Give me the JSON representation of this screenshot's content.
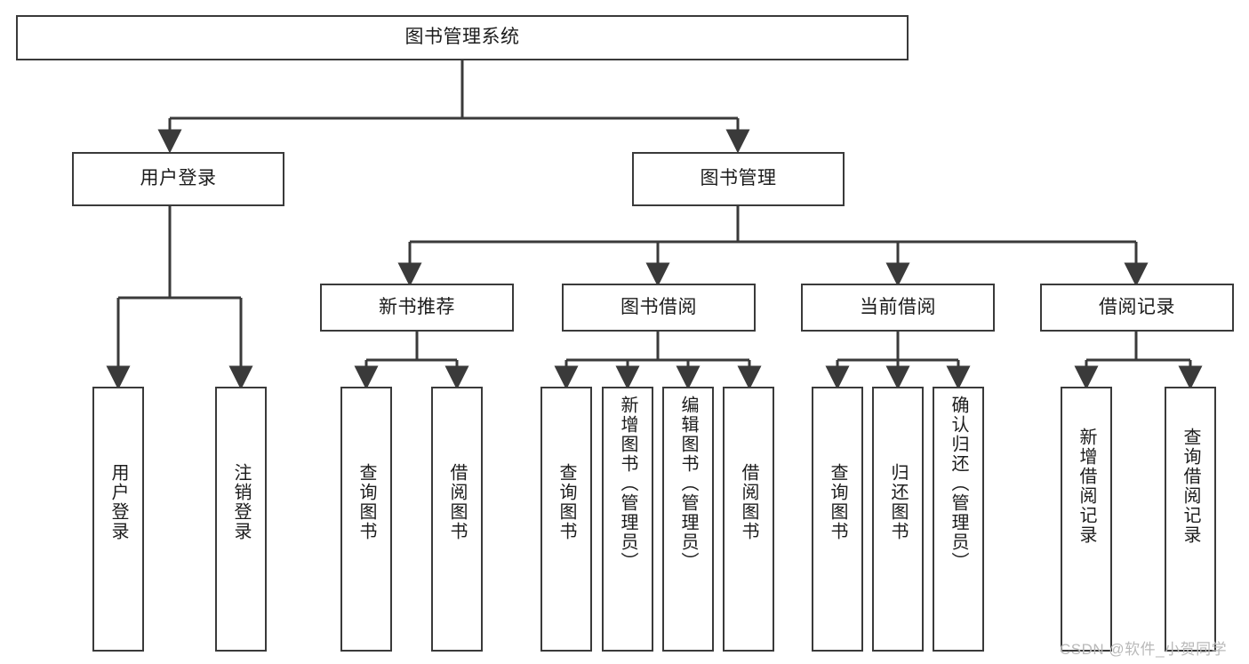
{
  "diagram": {
    "title": "图书管理系统",
    "type": "function-structure-tree",
    "orientation": "top-down",
    "root": {
      "id": "root",
      "label": "图书管理系统",
      "text_orientation": "horizontal"
    },
    "level2": [
      {
        "id": "user-login",
        "label": "用户登录",
        "text_orientation": "horizontal"
      },
      {
        "id": "book-manage",
        "label": "图书管理",
        "text_orientation": "horizontal"
      }
    ],
    "level3": [
      {
        "id": "new-book-rec",
        "label": "新书推荐",
        "parent": "book-manage",
        "text_orientation": "horizontal"
      },
      {
        "id": "book-borrow",
        "label": "图书借阅",
        "parent": "book-manage",
        "text_orientation": "horizontal"
      },
      {
        "id": "current-borrow",
        "label": "当前借阅",
        "parent": "book-manage",
        "text_orientation": "horizontal"
      },
      {
        "id": "borrow-record",
        "label": "借阅记录",
        "parent": "book-manage",
        "text_orientation": "horizontal"
      }
    ],
    "leaves": [
      {
        "id": "leaf-user-login",
        "label": "用户登录",
        "parent": "user-login",
        "text_orientation": "vertical"
      },
      {
        "id": "leaf-logout",
        "label": "注销登录",
        "parent": "user-login",
        "text_orientation": "vertical"
      },
      {
        "id": "leaf-query-book-1",
        "label": "查询图书",
        "parent": "new-book-rec",
        "text_orientation": "vertical"
      },
      {
        "id": "leaf-borrow-book-1",
        "label": "借阅图书",
        "parent": "new-book-rec",
        "text_orientation": "vertical"
      },
      {
        "id": "leaf-query-book-2",
        "label": "查询图书",
        "parent": "book-borrow",
        "text_orientation": "vertical"
      },
      {
        "id": "leaf-add-book",
        "label": "新增图书（管理员）",
        "parent": "book-borrow",
        "text_orientation": "vertical"
      },
      {
        "id": "leaf-edit-book",
        "label": "编辑图书（管理员）",
        "parent": "book-borrow",
        "text_orientation": "vertical"
      },
      {
        "id": "leaf-borrow-book-2",
        "label": "借阅图书",
        "parent": "book-borrow",
        "text_orientation": "vertical"
      },
      {
        "id": "leaf-query-book-3",
        "label": "查询图书",
        "parent": "current-borrow",
        "text_orientation": "vertical"
      },
      {
        "id": "leaf-return-book",
        "label": "归还图书",
        "parent": "current-borrow",
        "text_orientation": "vertical"
      },
      {
        "id": "leaf-confirm-return",
        "label": "确认归还（管理员）",
        "parent": "current-borrow",
        "text_orientation": "vertical"
      },
      {
        "id": "leaf-add-record",
        "label": "新增借阅记录",
        "parent": "borrow-record",
        "text_orientation": "vertical"
      },
      {
        "id": "leaf-query-record",
        "label": "查询借阅记录",
        "parent": "borrow-record",
        "text_orientation": "vertical"
      }
    ],
    "colors": {
      "box_border": "#3a3a3a",
      "box_fill": "#ffffff",
      "edge": "#3a3a3a",
      "text": "#1c1c1c",
      "background": "#ffffff",
      "watermark": "#b9b9b9"
    }
  },
  "watermark": {
    "text": "CSDN @软件_小贺同学"
  }
}
